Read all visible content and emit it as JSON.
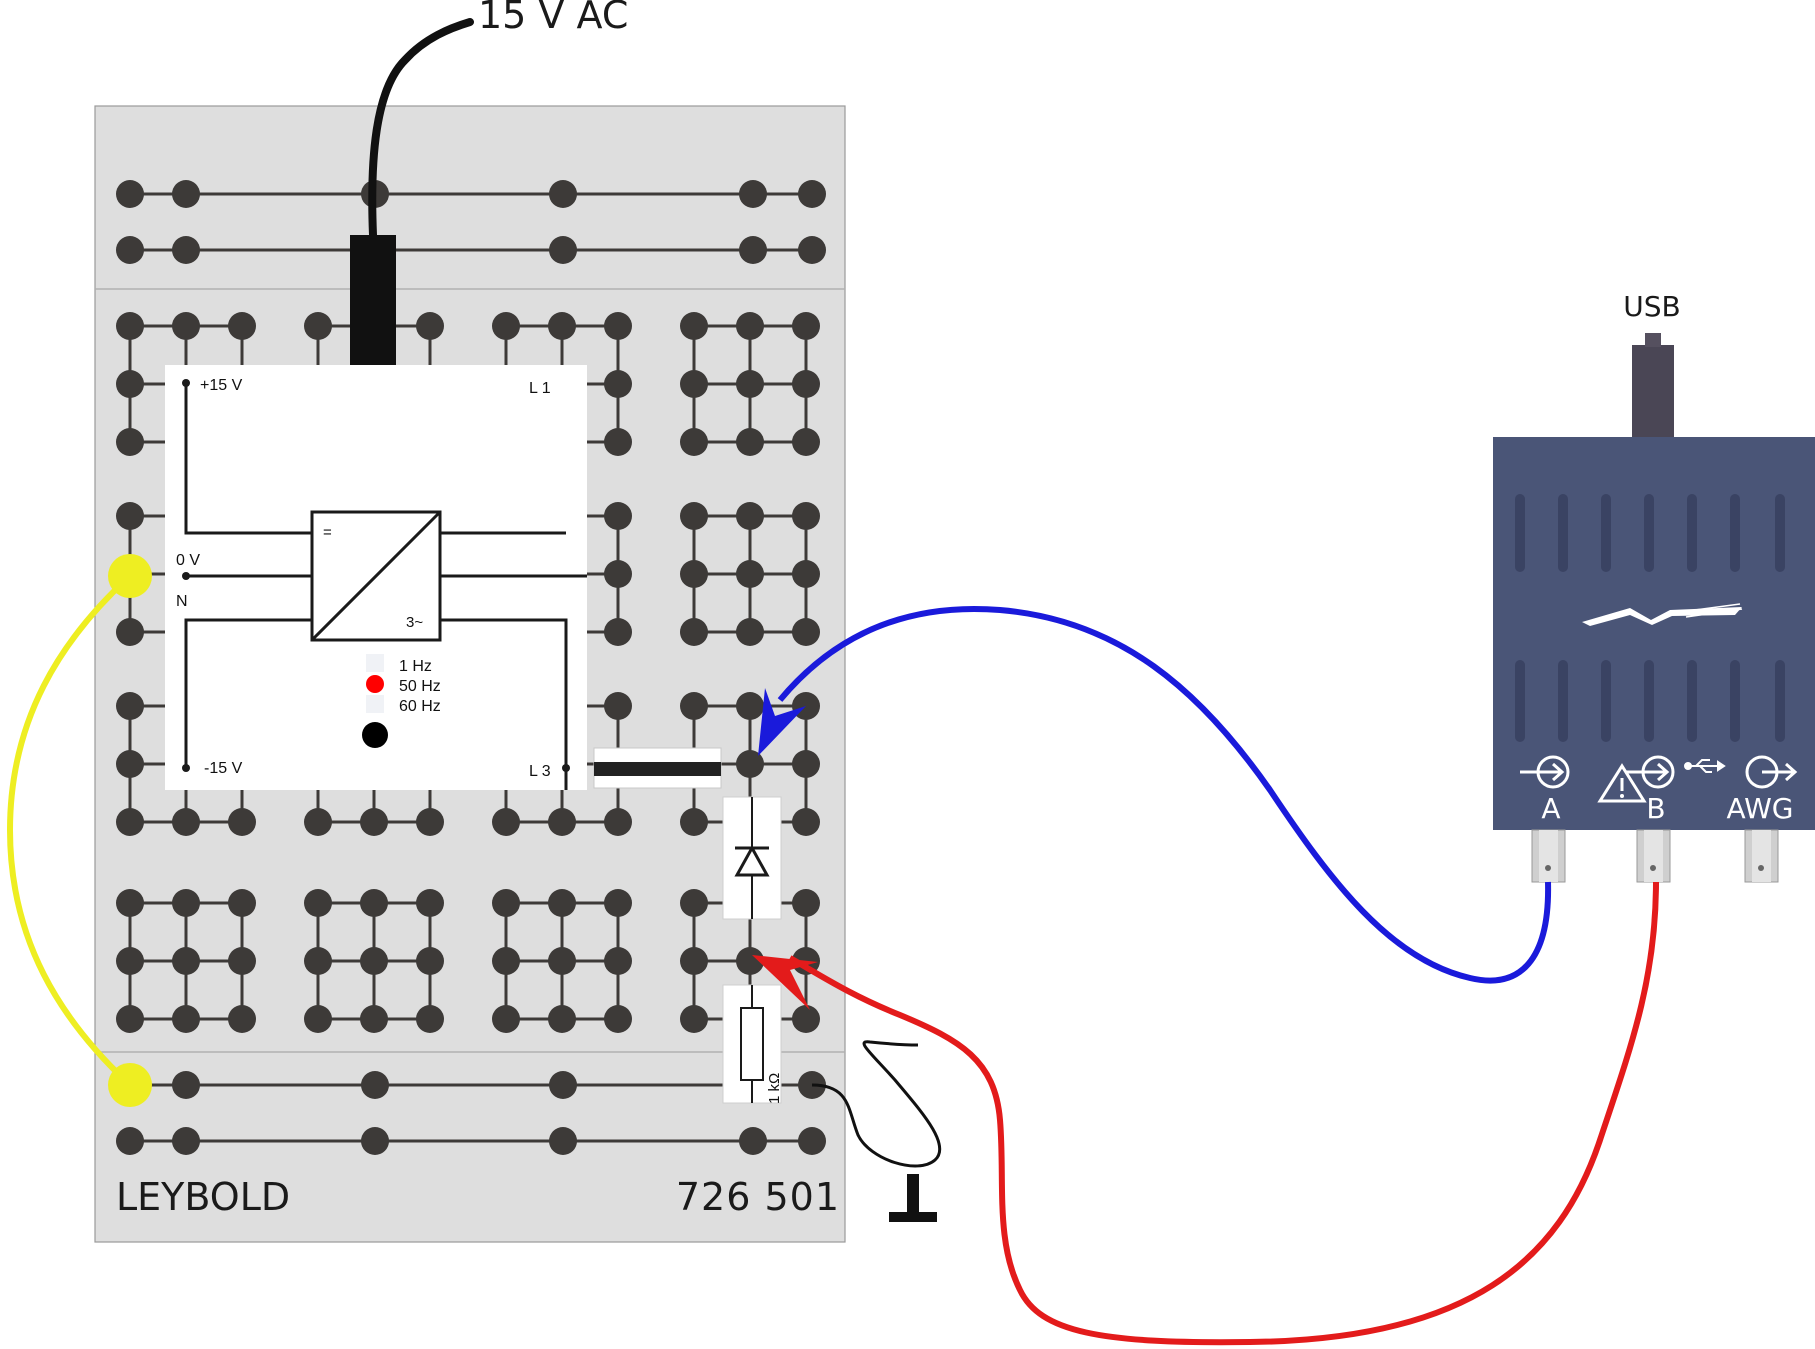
{
  "supply_label": "15 V AC",
  "usb_label": "USB",
  "board": {
    "brand": "LEYBOLD",
    "model": "726 501"
  },
  "generator": {
    "plus": "+15 V",
    "minus": "-15 V",
    "zero": "0 V",
    "neutral": "N",
    "l1": "L 1",
    "l3": "L 3",
    "dc_symbol": "=",
    "ac_symbol": "3~",
    "frequencies": [
      "1 Hz",
      "50 Hz",
      "60 Hz"
    ],
    "selected_frequency": "50 Hz"
  },
  "resistor_label": "1 kΩ",
  "interface": {
    "ports": [
      "A",
      "B",
      "AWG"
    ]
  },
  "colors": {
    "board": "#dedede",
    "socket": "#3d3a38",
    "interface": "#4a5577",
    "wire_yellow": "#eeee22",
    "wire_blue": "#1a1adb",
    "wire_red": "#e31b1b",
    "led_on": "#ff0000"
  }
}
